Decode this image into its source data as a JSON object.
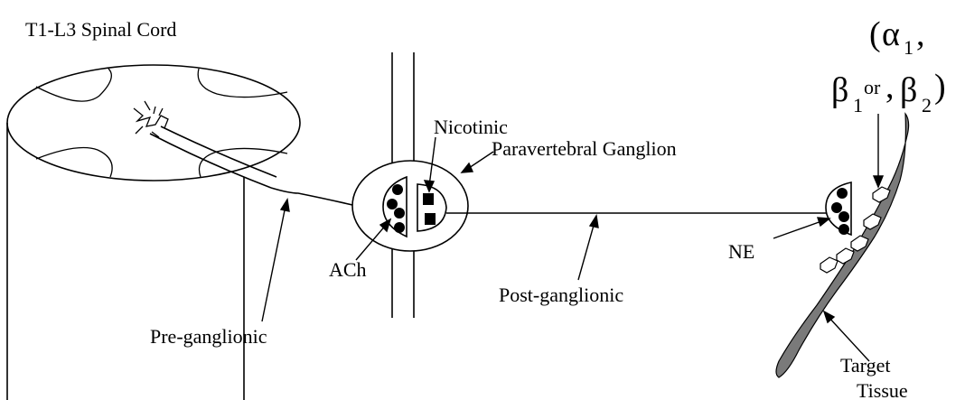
{
  "labels": {
    "spinal_cord": "T1-L3 Spinal Cord",
    "nicotinic": "Nicotinic",
    "ganglion": "Paravertebral Ganglion",
    "ach": "ACh",
    "pre": "Pre-ganglionic",
    "post": "Post-ganglionic",
    "ne": "NE",
    "target_line1": "Target",
    "target_line2": "Tissue"
  },
  "receptors": {
    "open_paren": "(",
    "alpha": "α",
    "alpha_sub": "1",
    "comma1": ",",
    "beta1": "β",
    "beta1_sub": "1",
    "or_word": "or",
    "comma2": ",",
    "beta2": "β",
    "beta2_sub": "2",
    "close_paren": ")"
  },
  "colors": {
    "tissue_fill": "#7a7a7a",
    "ink": "#000000"
  }
}
